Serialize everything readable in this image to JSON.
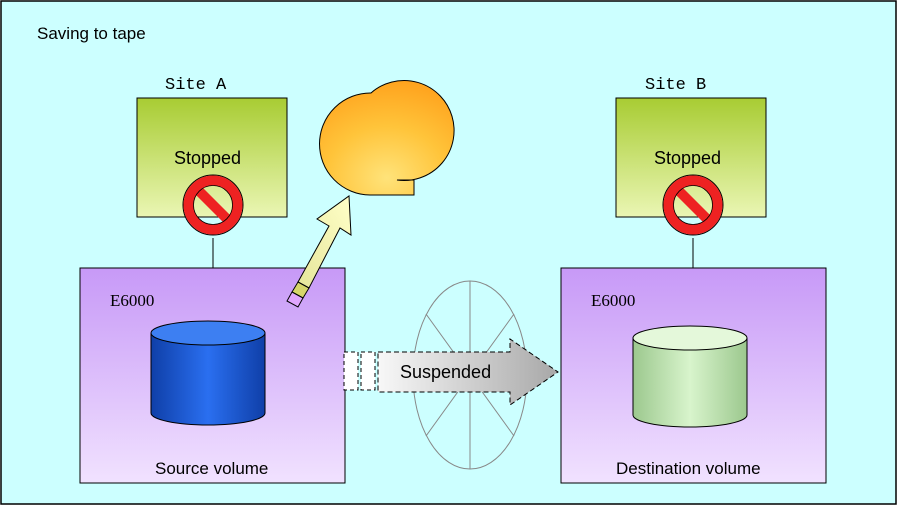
{
  "title": "Saving to tape",
  "site_a": {
    "label": "Site A",
    "status": "Stopped",
    "storage": "E6000",
    "volume": "Source volume"
  },
  "site_b": {
    "label": "Site B",
    "status": "Stopped",
    "storage": "E6000",
    "volume": "Destination volume"
  },
  "link_status": "Suspended",
  "colors": {
    "background": "#ccffff",
    "server_fill": "#ccee88",
    "storage_fill": "#cc99ff",
    "source_cylinder": "#1a5ed6",
    "destination_cylinder": "#ccf0c0",
    "tape": "#ffcc33",
    "prohibit": "#ee2222",
    "arrow": "#f0f0a0"
  },
  "icons": [
    "prohibit-icon",
    "tape-icon",
    "cylinder-icon",
    "arrow-icon",
    "network-icon"
  ]
}
